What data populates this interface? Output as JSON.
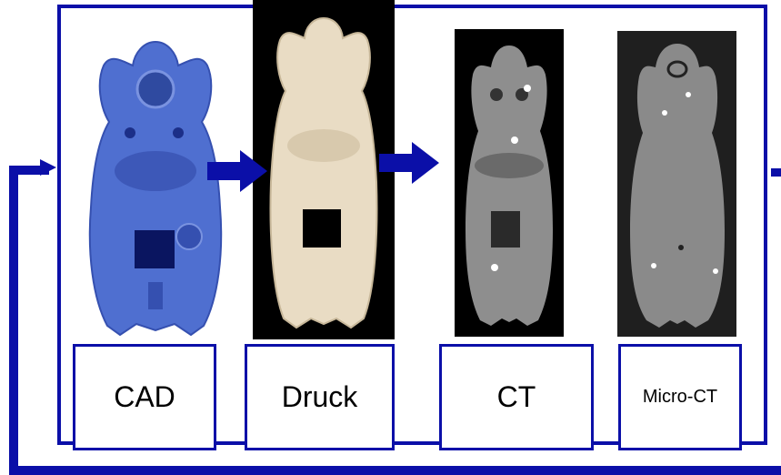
{
  "stages": [
    {
      "label": "CAD",
      "image": "blue CAD model of mouse phantom (coronal section)"
    },
    {
      "label": "Druck",
      "image": "photo of 3D-printed mouse phantom on black background"
    },
    {
      "label": "CT",
      "image": "clinical CT slice of phantom"
    },
    {
      "label": "Micro-CT",
      "image": "micro-CT slice of phantom"
    }
  ],
  "colors": {
    "accent": "#0b0fa8",
    "cad_blue": "#4f6fd0",
    "print_cream": "#e9dcc4"
  }
}
